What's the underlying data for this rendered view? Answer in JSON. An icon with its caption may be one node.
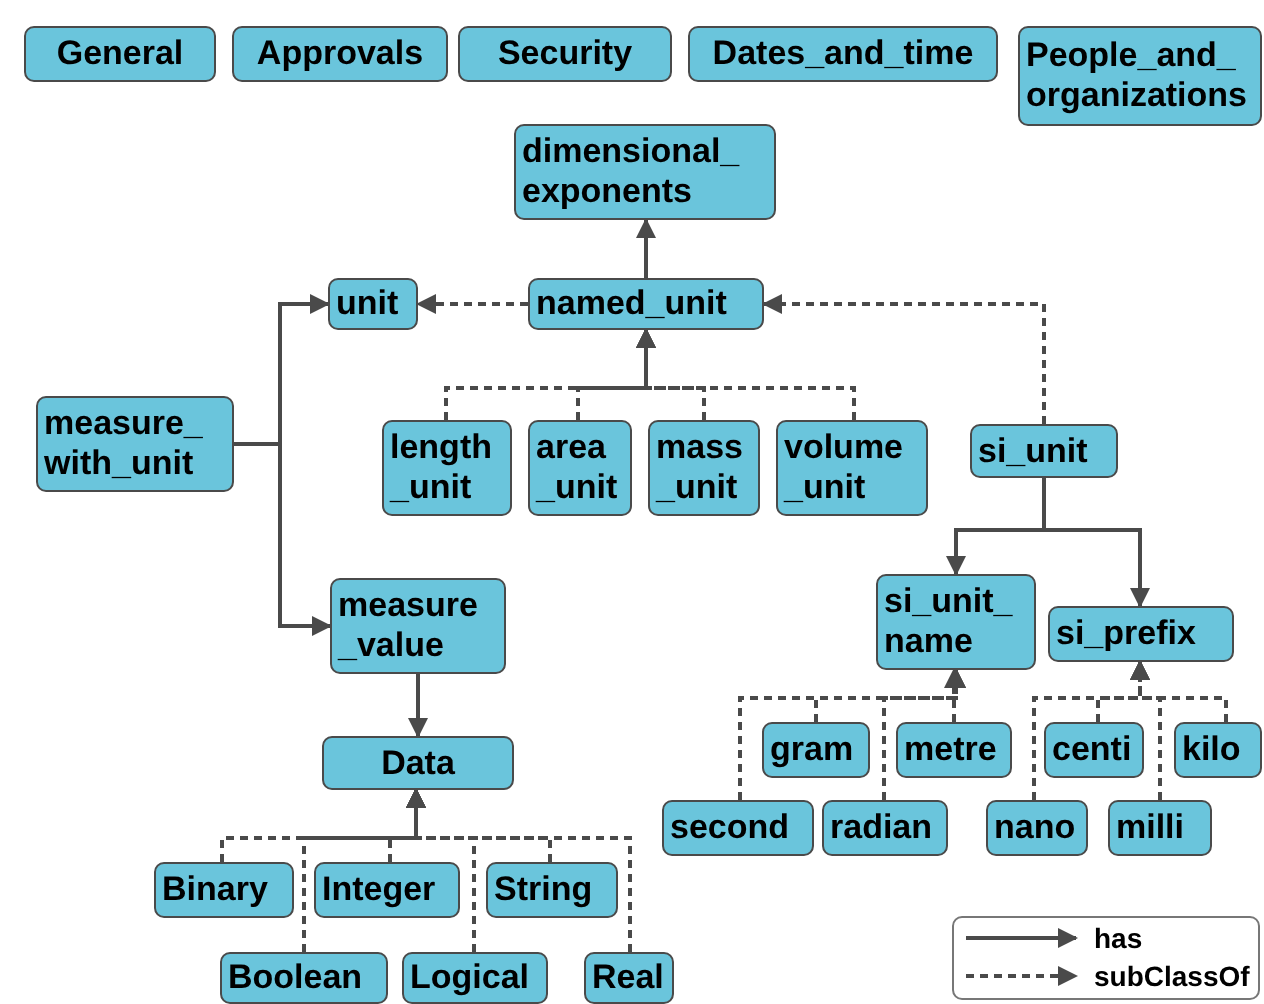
{
  "diagram": {
    "nodes": [
      {
        "text": [
          "General"
        ]
      },
      {
        "text": [
          "Approvals"
        ]
      },
      {
        "text": [
          "Security"
        ]
      },
      {
        "text": [
          "Dates_and_time"
        ]
      },
      {
        "text": [
          "People_and_ organizations"
        ]
      },
      {
        "text": [
          "dimensional_ exponents"
        ]
      },
      {
        "text": [
          "unit"
        ]
      },
      {
        "text": [
          "named_unit"
        ]
      },
      {
        "text": [
          "measure_ with_unit"
        ]
      },
      {
        "text": [
          "length _unit"
        ]
      },
      {
        "text": [
          "area _unit"
        ]
      },
      {
        "text": [
          "mass _unit"
        ]
      },
      {
        "text": [
          "volume _unit"
        ]
      },
      {
        "text": [
          "si_unit"
        ]
      },
      {
        "text": [
          "measure _value"
        ]
      },
      {
        "text": [
          "si_unit_ name"
        ]
      },
      {
        "text": [
          "si_prefix"
        ]
      },
      {
        "text": [
          "Data"
        ]
      },
      {
        "text": [
          "gram"
        ]
      },
      {
        "text": [
          "metre"
        ]
      },
      {
        "text": [
          "centi"
        ]
      },
      {
        "text": [
          "kilo"
        ]
      },
      {
        "text": [
          "second"
        ]
      },
      {
        "text": [
          "radian"
        ]
      },
      {
        "text": [
          "nano"
        ]
      },
      {
        "text": [
          "milli"
        ]
      },
      {
        "text": [
          "Binary"
        ]
      },
      {
        "text": [
          "Integer"
        ]
      },
      {
        "text": [
          "String"
        ]
      },
      {
        "text": [
          "Boolean"
        ]
      },
      {
        "text": [
          "Logical"
        ]
      },
      {
        "text": [
          "Real"
        ]
      }
    ],
    "edges": [
      {
        "from": 7,
        "to": 5,
        "arrow": "to"
      },
      {
        "from": 8,
        "to": 6,
        "arrow": "to"
      },
      {
        "from": 8,
        "to": 14,
        "arrow": "to"
      },
      {
        "from": 7,
        "to": 6,
        "arrow": "to",
        "style": "dashed"
      },
      {
        "from": 9,
        "to": 7,
        "arrow": "to",
        "style": "dashed"
      },
      {
        "from": 10,
        "to": 7,
        "arrow": "to",
        "style": "dashed"
      },
      {
        "from": 11,
        "to": 7,
        "arrow": "to",
        "style": "dashed"
      },
      {
        "from": 12,
        "to": 7,
        "arrow": "to",
        "style": "dashed"
      },
      {
        "from": 13,
        "to": 7,
        "arrow": "to",
        "style": "dashed"
      },
      {
        "from": 14,
        "to": 17,
        "arrow": "to"
      },
      {
        "from": 13,
        "to": 15,
        "arrow": "to"
      },
      {
        "from": 13,
        "to": 16,
        "arrow": "to"
      },
      {
        "from": 18,
        "to": 15,
        "arrow": "to",
        "style": "dashed"
      },
      {
        "from": 19,
        "to": 15,
        "arrow": "to",
        "style": "dashed"
      },
      {
        "from": 22,
        "to": 15,
        "arrow": "to",
        "style": "dashed"
      },
      {
        "from": 23,
        "to": 15,
        "arrow": "to",
        "style": "dashed"
      },
      {
        "from": 20,
        "to": 16,
        "arrow": "to",
        "style": "dashed"
      },
      {
        "from": 21,
        "to": 16,
        "arrow": "to",
        "style": "dashed"
      },
      {
        "from": 24,
        "to": 16,
        "arrow": "to",
        "style": "dashed"
      },
      {
        "from": 25,
        "to": 16,
        "arrow": "to",
        "style": "dashed"
      },
      {
        "from": 26,
        "to": 17,
        "arrow": "to",
        "style": "dashed"
      },
      {
        "from": 27,
        "to": 17,
        "arrow": "to",
        "style": "dashed"
      },
      {
        "from": 28,
        "to": 17,
        "arrow": "to",
        "style": "dashed"
      },
      {
        "from": 29,
        "to": 17,
        "arrow": "to",
        "style": "dashed"
      },
      {
        "from": 30,
        "to": 17,
        "arrow": "to",
        "style": "dashed"
      },
      {
        "from": 31,
        "to": 17,
        "arrow": "to",
        "style": "dashed"
      }
    ],
    "legend": [
      {
        "text": "has"
      },
      {
        "text": "subClassOf"
      }
    ]
  }
}
